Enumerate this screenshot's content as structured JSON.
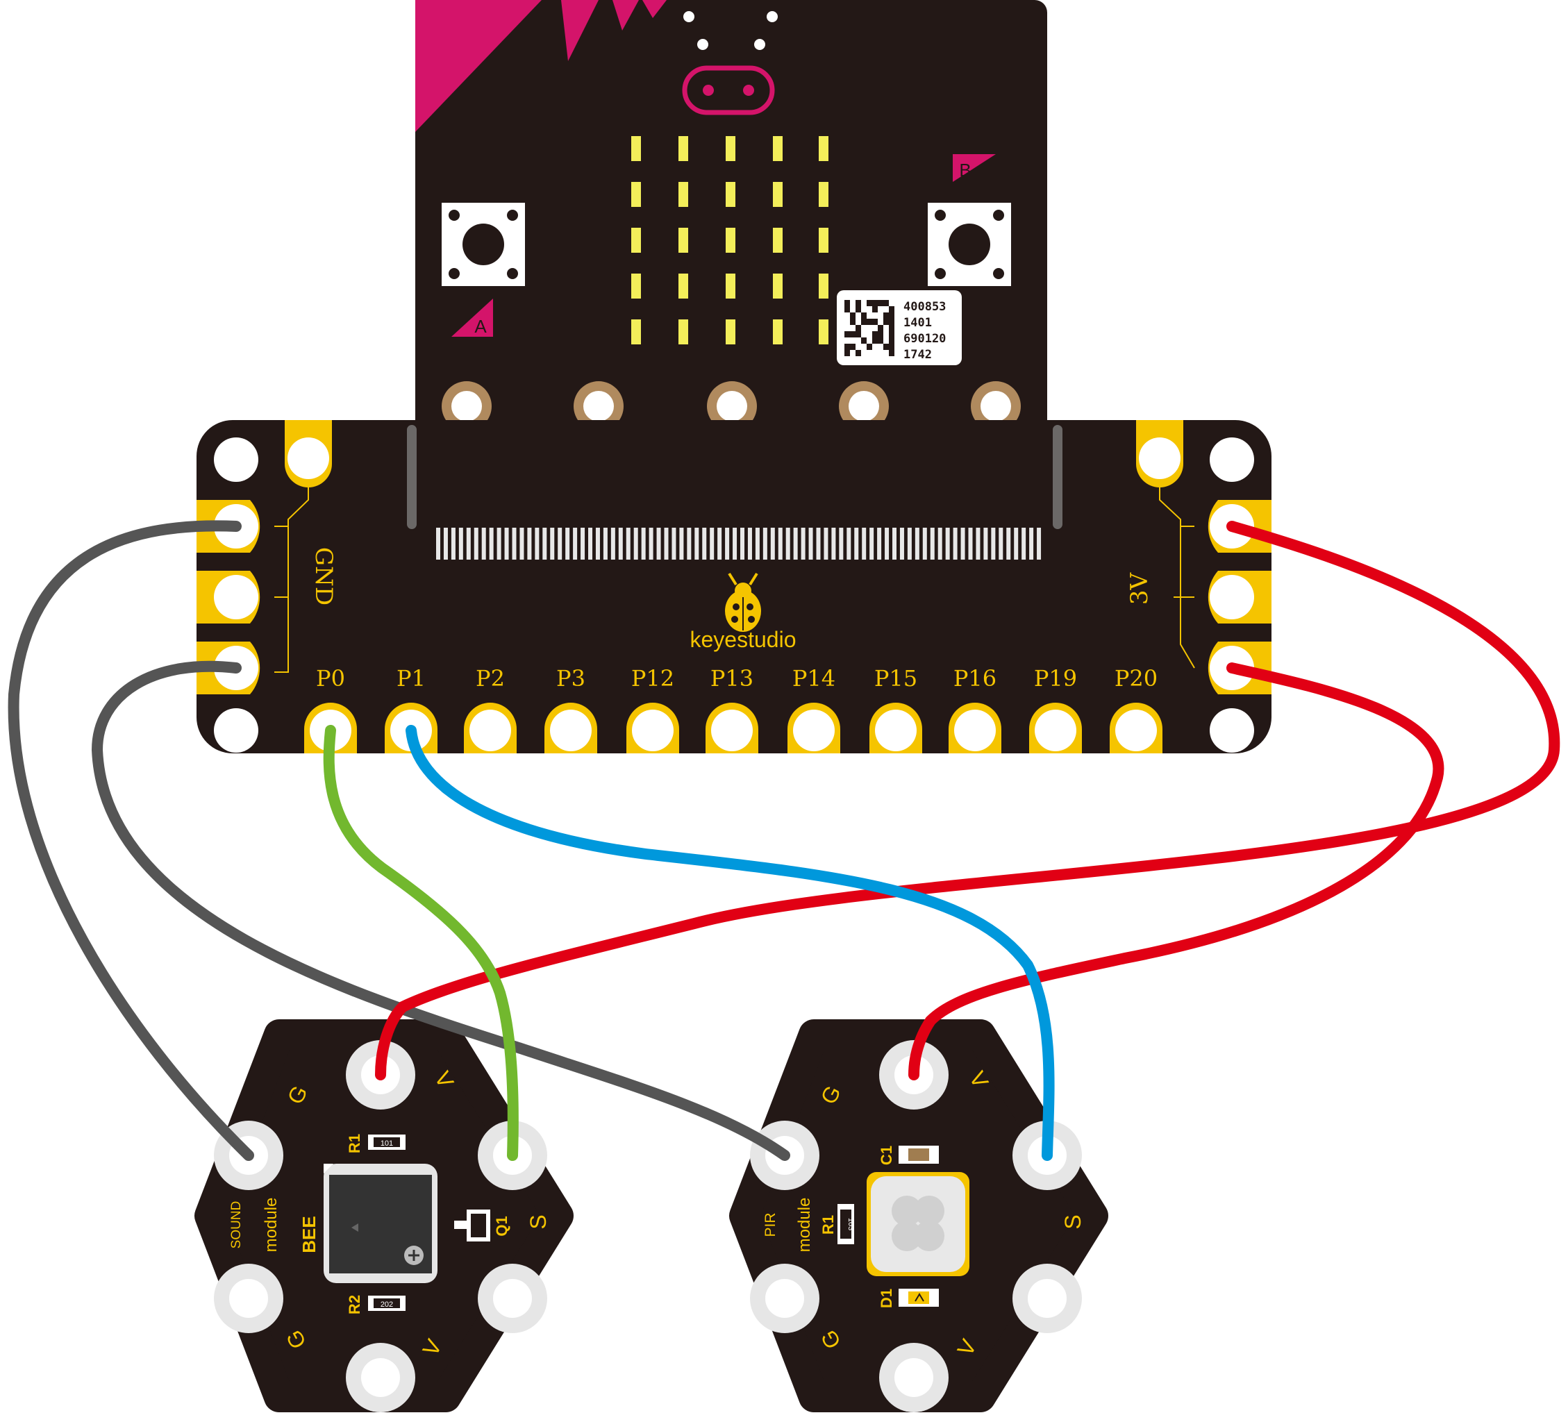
{
  "microbit": {
    "button_a_label": "A",
    "button_b_label": "B",
    "qr_sticker_lines": [
      "400853",
      "1401",
      "690120",
      "1742"
    ]
  },
  "shield": {
    "brand": "keyestudio",
    "gnd_label": "GND",
    "v3_label": "3V",
    "pin_labels": [
      "P0",
      "P1",
      "P2",
      "P3",
      "P12",
      "P13",
      "P14",
      "P15",
      "P16",
      "P19",
      "P20"
    ]
  },
  "sound_module": {
    "name_line1": "SOUND",
    "name_line2": "module",
    "buzzer_label": "BEE",
    "pin_g_top": "G",
    "pin_v_top": "V",
    "pin_s": "S",
    "pin_g_bottom": "G",
    "pin_v_bottom": "V",
    "r1_label": "R1",
    "r1_value": "101",
    "r2_label": "R2",
    "r2_value": "202",
    "q1_label": "Q1"
  },
  "pir_module": {
    "name_line1": "PIR",
    "name_line2": "module",
    "pin_g_top": "G",
    "pin_v_top": "V",
    "pin_s": "S",
    "pin_g_bottom": "G",
    "pin_v_bottom": "V",
    "c1_label": "C1",
    "r1_label": "R1",
    "r1_value": "103",
    "d1_label": "D1"
  },
  "colors": {
    "board": "#231816",
    "gold": "#f5c400",
    "magenta": "#d4146a",
    "led": "#f3ee5a",
    "wire_gnd": "#555555",
    "wire_3v": "#e10014",
    "wire_p0": "#72b82e",
    "wire_p1": "#0098dc"
  }
}
